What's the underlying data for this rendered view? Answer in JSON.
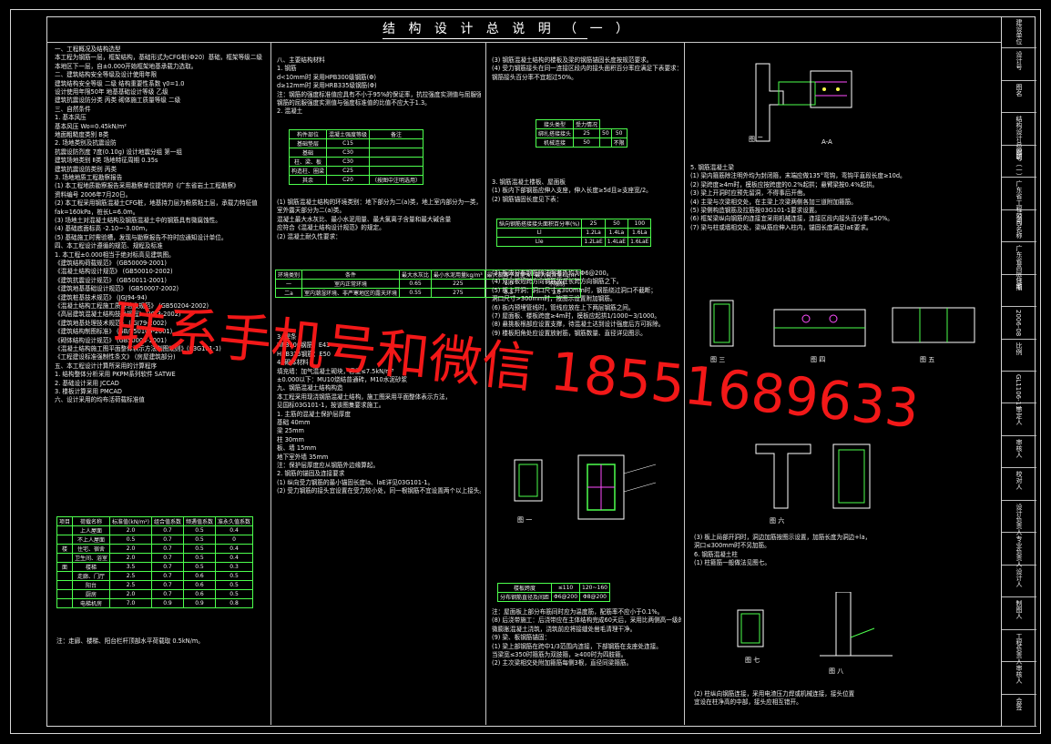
{
  "sheet": {
    "title": "结 构 设 计 总 说 明 （ 一 ）"
  },
  "titleblock": {
    "cells": [
      "建设单位",
      "设计号",
      "图名",
      "结构设计总说明（一）",
      "图号",
      "广东省工程公司",
      "项目名称",
      "广东省高层住宅",
      "日期",
      "2006-08",
      "比例",
      "GL1106-11",
      "审定人",
      "审核人",
      "校对人",
      "设计负责人",
      "专业负责人",
      "设计人",
      "制图人",
      "工程负责人",
      "审核人",
      "会签"
    ]
  },
  "col1": {
    "lines": [
      "一、工程概况及结构选型",
      "本工程为钢筋一层，框架结构，基础形式为CFG桩(Ф20）基础，框架等级二级",
      "本地区下一层，自±0.000开始框架地基承载力选取。",
      "二、建筑结构安全等级及设计使用年限",
      "建筑结构安全等级 二级            结构重要性系数 γ0=1.0",
      "设计使用年限50年                 地基基础设计等级 乙级",
      "建筑抗震设防分类 丙类            砌体施工质量等级 二级",
      "三、自然条件",
      "1. 基本风压",
      "      基本风压      Wo=0.45kN/m²",
      "      地面粗糙度类别    B类",
      "2. 场地类别及抗震设防",
      "   抗震设防烈度 7度(0.10g)  设计地震分组 第一组",
      "   建筑场地类别 Ⅱ类          场地特征周期 0.35s",
      "   建筑抗震设防类别  丙类",
      "3. 场地地质工程勘察报告",
      "(1) 本工程地质勘察报告采用勘察单位提供的《广东省岩土工程勘察》",
      "     资料编号 2006年7月20日。",
      "(2) 本工程采用钢筋混凝土CFG桩，地基持力层为粉质粘土层，承载力特征值",
      "     fak=160kPa，桩长L=6.0m。",
      "(3) 场地土对混凝土结构及钢筋混凝土中的钢筋具有微腐蚀性。",
      "(4) 基础底面标高 -2.10~-3.00m，",
      "(5) 基础施工时需验槽，发现与勘察报告不符时应通知设计单位。",
      "四、本工程设计遵循的规范、规程及标准",
      "1. 本工程±0.000相当于绝对标高见建筑图。",
      "   《建筑结构荷载规范》              (GB50009-2001)",
      "   《混凝土结构设计规范》            (GB50010-2002)",
      "   《建筑抗震设计规范》              (GB50011-2001)",
      "   《建筑地基基础设计规范》          (GB50007-2002)",
      "   《建筑桩基技术规范》              (JGJ94-94)",
      "   《混凝土结构工程施工质量验收规范》 (GB50204-2002)",
      "   《高层建筑混凝土结构技术规程》    (JGJ3-2002)",
      "   《建筑地基处理技术规范》          (JGJ79-2002)",
      "   《建筑结构制图标准》              (GB/T50105-2001)",
      "   《砌体结构设计规范》              (GB50003-2001)",
      "   《混凝土结构施工图平面整体表示方法制图规则》(03G101-1)",
      "   《工程建设标准强制性条文》        (房屋建筑部分)",
      "五、本工程设计计算所采用的计算程序",
      "   1. 结构整体分析采用 PKPM系列软件 SATWE",
      "   2. 基础设计采用 JCCAD",
      "   3. 楼板计算采用 PMCAD",
      "六、设计采用的均布活荷载标准值"
    ],
    "table_header": [
      "项目",
      "荷载名称",
      "标准值(kN/m²)",
      "组合值系数",
      "频遇值系数",
      "准永久值系数"
    ],
    "table_rows": [
      [
        "",
        "上人屋面",
        "2.0",
        "0.7",
        "0.5",
        "0.4"
      ],
      [
        "",
        "不上人屋面",
        "0.5",
        "0.7",
        "0.5",
        "0"
      ],
      [
        "楼",
        "住宅、宿舍",
        "2.0",
        "0.7",
        "0.5",
        "0.4"
      ],
      [
        "",
        "卫生间、浴室",
        "2.0",
        "0.7",
        "0.5",
        "0.4"
      ],
      [
        "面",
        "楼梯",
        "3.5",
        "0.7",
        "0.5",
        "0.3"
      ],
      [
        "",
        "走廊、门厅",
        "2.5",
        "0.7",
        "0.6",
        "0.5"
      ],
      [
        "",
        "阳台",
        "2.5",
        "0.7",
        "0.6",
        "0.5"
      ],
      [
        "",
        "厨房",
        "2.0",
        "0.7",
        "0.6",
        "0.5"
      ],
      [
        "",
        "电梯机房",
        "7.0",
        "0.9",
        "0.9",
        "0.8"
      ]
    ],
    "table_note": "注：走廊、楼梯、阳台栏杆顶部水平荷载取 0.5kN/m。"
  },
  "col2": {
    "lines": [
      "八、主要结构材料",
      "1. 钢筋",
      "   d<10mm时      采用HPB300级钢筋(Φ)",
      "   d≥12mm时      采用HRB335级钢筋(Φ)",
      "注：钢筋的强度标准值应具有不小于95%的保证率，抗拉强度实测值与屈服强度实测值的比值不应小于1.25。",
      "   钢筋的屈服强度实测值与强度标准值的比值不应大于1.3。",
      "2. 混凝土"
    ],
    "conc_header": [
      "构件部位",
      "混凝土强度等级",
      "备注"
    ],
    "conc_rows": [
      [
        "基础垫层",
        "C15",
        ""
      ],
      [
        "基础",
        "C30",
        ""
      ],
      [
        "柱、梁、板",
        "C30",
        ""
      ],
      [
        "构造柱、圈梁",
        "C25",
        ""
      ],
      [
        "其余",
        "C20",
        "（按图中注明选用）"
      ]
    ],
    "lines2": [
      "(1) 钢筋混凝土结构的环境类别：地下部分为二(a)类，地上室内部分为一类，",
      "    室外露天部分为二(a)类。",
      "    混凝土最大水灰比、最小水泥用量、最大氯离子含量和最大碱含量",
      "    应符合《混凝土结构设计规范》的规定。",
      "(2) 混凝土耐久性要求："
    ],
    "dur_header": [
      "环境类别",
      "条件",
      "最大水灰比",
      "最小水泥用量kg/m³",
      "最大氯离子含量%",
      "最大碱含量kg/m³"
    ],
    "dur_rows": [
      [
        "一",
        "室内正常环境",
        "0.65",
        "225",
        "1.0",
        "不限制"
      ],
      [
        "二a",
        "室内潮湿环境、非严寒地区的露天环境",
        "0.55",
        "275",
        "0.3",
        "3.0"
      ]
    ],
    "lines3": [
      "3. 焊条",
      "   HPB300钢筋：E43",
      "   HRB335钢筋：E50",
      "4. 砌体材料",
      "   填充墙：加气混凝土砌块，容重≤7.5kN/m³",
      "   ±0.000以下：MU10烧结普通砖，M10水泥砂浆",
      "九、钢筋混凝土结构构造",
      "   本工程采用现浇钢筋混凝土结构，施工图采用平面整体表示方法，",
      "   见国标03G101-1，按该图集要求施工。",
      "1. 主筋的混凝土保护层厚度",
      "   基础                       40mm",
      "   梁                         25mm",
      "   柱                         30mm",
      "   板、墙                     15mm",
      "   地下室外墙                 35mm",
      "   注：保护层厚度应从钢筋外边缘算起。",
      "2. 钢筋的锚固及连接要求",
      "(1) 纵向受力钢筋的最小锚固长度la、laE详见03G101-1。",
      "(2) 受力钢筋的接头宜设置在受力较小处，同一根钢筋不宜设置两个以上接头。"
    ]
  },
  "col3": {
    "lines": [
      "(3) 钢筋混凝土结构的楼板及梁的钢筋锚固长度按规范要求。",
      "(4) 受力钢筋接头在同一连接区段内的接头面积百分率应满足下表要求：",
      "    钢筋接头百分率不宜超过50%。"
    ],
    "lap_header": [
      "接头类型",
      "受力情况"
    ],
    "lap_rows": [
      [
        "绑扎搭接接头",
        "25",
        "50",
        "50"
      ],
      [
        "机械连接",
        "50",
        "",
        "不限"
      ]
    ],
    "lines2": [
      "3. 钢筋混凝土楼板、屋面板",
      "(1) 板内下部钢筋应伸入支座，伸入长度≥5d且≥支座宽/2。",
      "(2) 钢筋锚固长度见下表："
    ],
    "anch_header": [
      "纵向钢筋搭接接头面积百分率(%)",
      "25",
      "50",
      "100"
    ],
    "anch_rows": [
      [
        "Ll",
        "1.2La",
        "1.4La",
        "1.6La"
      ],
      [
        "Lle",
        "1.2LaE",
        "1.4LaE",
        "1.6LaE"
      ]
    ],
    "lines3": [
      "(3) 板内分布钢筋除注明者外均为Φ6@200。",
      "(4) 双向板短跨方向钢筋放在长跨方向钢筋之下。",
      "(5) 板上开洞：洞口尺寸≤300mm时，钢筋绕过洞口不截断；",
      "    洞口尺寸>300mm时，按图示设置附加钢筋。",
      "(6) 板内预埋管线时，管线应放在上下两层钢筋之间。",
      "(7) 屋面板、楼板跨度≥4m时，模板应起拱1/1000~3/1000。",
      "(8) 悬挑板根部应设置支撑，待混凝土达到设计强度后方可拆除。",
      "(9) 楼板阳角处应设置放射筋，钢筋数量、直径详见图示。"
    ],
    "stir_header": [
      "楼板跨度",
      "≤110",
      "120~160"
    ],
    "stir_rows": [
      [
        "分布钢筋直径及间距",
        "Φ6@200",
        "Φ8@200"
      ]
    ],
    "lines4": [
      "注：屋面板上部分布筋同时应为温度筋，配筋率不应小于0.1%。",
      "(8) 后浇带施工：后浇带应在主体结构完成60天后，采用比两侧高一级的",
      "    微膨胀混凝土浇筑，浇筑前应将接缝处凿毛清理干净。",
      "(9) 梁、板钢筋锚固：",
      "(1) 梁上部钢筋在跨中1/3范围内连接，下部钢筋在支座处连接。",
      "    当梁宽≤350时箍筋为双肢箍，≥400时为四肢箍。",
      "(2) 主次梁相交处附加箍筋每侧3根，直径同梁箍筋。"
    ],
    "fig_label": "图 一"
  },
  "col4": {
    "lines": [
      "5. 钢筋混凝土梁",
      "(1) 梁内箍筋除注明外均为封闭箍，末端应做135°弯钩，弯钩平直段长度≥10d。",
      "(2) 梁跨度≥4m时，模板应按跨度的0.2%起拱；悬臂梁按0.4%起拱。",
      "(3) 梁上开洞时应预先留洞，不得事后开凿。",
      "(4) 主梁与次梁相交处，在主梁上次梁两侧各加三道附加箍筋。",
      "(5) 梁侧构造钢筋及拉筋按03G101-1要求设置。",
      "(6) 框架梁纵向钢筋的连接宜采用机械连接，连接区段内接头百分率≤50%。",
      "(7) 梁与柱或墙相交处，梁纵筋应伸入柱内，锚固长度满足laE要求。"
    ],
    "lines2": [
      "(3) 板上局部开洞时，洞边加筋按图示设置，加筋长度为洞边+la，",
      "    洞口≤300mm时不另加筋。",
      "6. 钢筋混凝土柱",
      "(1) 柱箍筋一般做法见图七。"
    ],
    "lines3": [
      "(2) 柱纵向钢筋连接，采用电渣压力焊或机械连接，接头位置",
      "    宜设在柱净高的中部，接头应相互错开。"
    ],
    "figs": [
      "图 二",
      "A-A",
      "图 三",
      "图 四",
      "图 五",
      "图 六",
      "图 七",
      "图 八"
    ]
  },
  "watermark": {
    "text": "联系手机号和微信 18551689633"
  }
}
